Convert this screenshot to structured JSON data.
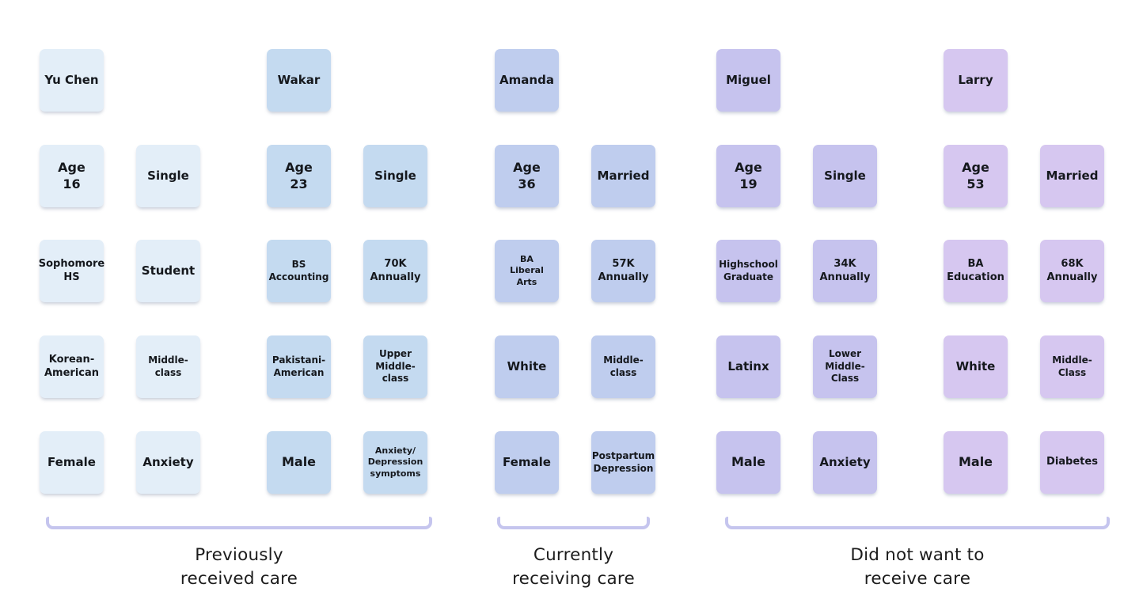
{
  "background_color": "#ffffff",
  "bracket_color": "#c5c5ee",
  "label_color": "#1c1c1c",
  "card_text_color": "#15181d",
  "personas": [
    {
      "name": "Yu Chen",
      "color": "#e3eef8",
      "attributes": [
        [
          "Age\n16",
          "Single"
        ],
        [
          "Sophomore\nHS",
          "Student"
        ],
        [
          "Korean-\nAmerican",
          "Middle-class"
        ],
        [
          "Female",
          "Anxiety"
        ]
      ]
    },
    {
      "name": "Wakar",
      "color": "#c4daf0",
      "attributes": [
        [
          "Age\n23",
          "Single"
        ],
        [
          "BS\nAccounting",
          "70K\nAnnually"
        ],
        [
          "Pakistani-\nAmerican",
          "Upper\nMiddle-class"
        ],
        [
          "Male",
          "Anxiety/\nDepression\nsymptoms"
        ]
      ]
    },
    {
      "name": "Amanda",
      "color": "#bfcdee",
      "attributes": [
        [
          "Age\n36",
          "Married"
        ],
        [
          "BA\nLiberal\nArts",
          "57K\nAnnually"
        ],
        [
          "White",
          "Middle-class"
        ],
        [
          "Female",
          "Postpartum\nDepression"
        ]
      ]
    },
    {
      "name": "Miguel",
      "color": "#c6c3ee",
      "attributes": [
        [
          "Age\n19",
          "Single"
        ],
        [
          "Highschool\nGraduate",
          "34K\nAnnually"
        ],
        [
          "Latinx",
          "Lower\nMiddle-Class"
        ],
        [
          "Male",
          "Anxiety"
        ]
      ]
    },
    {
      "name": "Larry",
      "color": "#d6c7f0",
      "attributes": [
        [
          "Age\n53",
          "Married"
        ],
        [
          "BA\nEducation",
          "68K\nAnnually"
        ],
        [
          "White",
          "Middle-Class"
        ],
        [
          "Male",
          "Diabetes"
        ]
      ]
    }
  ],
  "groups": [
    {
      "label": "Previously\nreceived care",
      "span_personas": [
        "Yu Chen",
        "Wakar"
      ]
    },
    {
      "label": "Currently\nreceiving care",
      "span_personas": [
        "Amanda"
      ]
    },
    {
      "label": "Did not want to\nreceive care",
      "span_personas": [
        "Miguel",
        "Larry"
      ]
    }
  ]
}
